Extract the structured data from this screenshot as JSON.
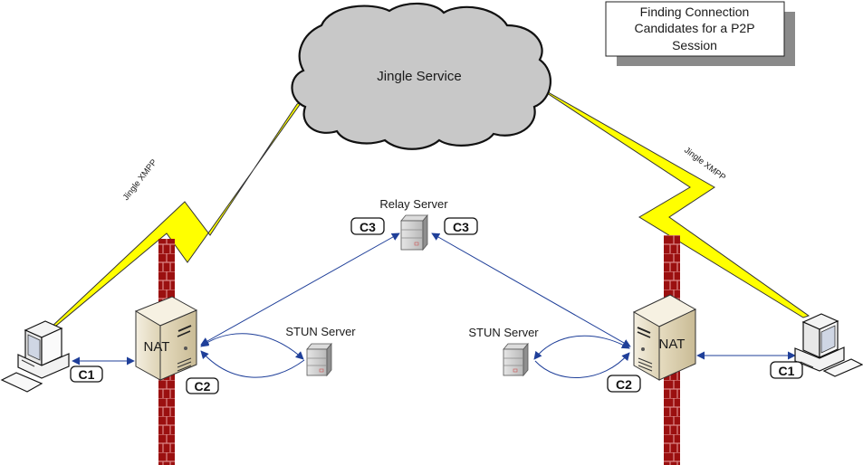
{
  "title_box": {
    "lines": [
      "Finding Connection",
      "Candidates for a P2P",
      "Session"
    ]
  },
  "cloud": {
    "label": "Jingle Service"
  },
  "links": {
    "left_xmpp_label": "Jingle XMPP",
    "right_xmpp_label": "Jingle XMPP"
  },
  "relay": {
    "label": "Relay Server",
    "badge_left": "C3",
    "badge_right": "C3"
  },
  "left": {
    "nat_label": "NAT",
    "stun_label": "STUN Server",
    "badge_host": "C1",
    "badge_srflx": "C2"
  },
  "right": {
    "nat_label": "NAT",
    "stun_label": "STUN Server",
    "badge_host": "C1",
    "badge_srflx": "C2"
  },
  "colors": {
    "arrow": "#1f3f99",
    "bolt": "#ffff00",
    "cloud": "#c8c8c8",
    "brick": "#9b1010",
    "server": "#ede4cc"
  }
}
